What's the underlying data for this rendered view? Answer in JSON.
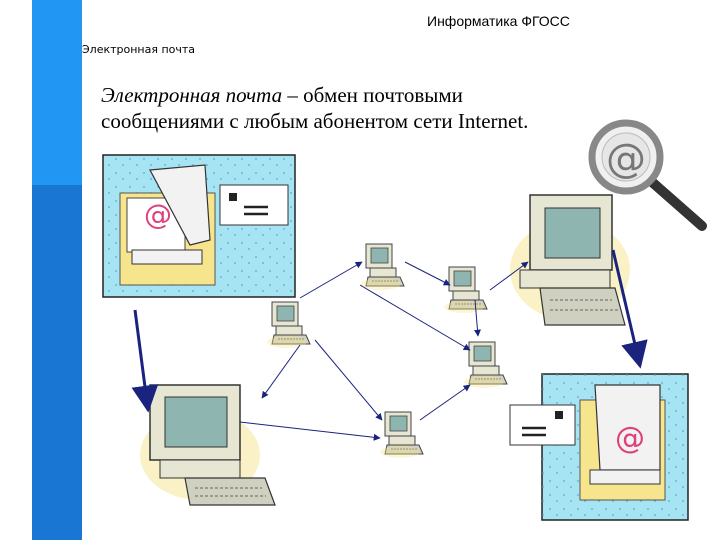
{
  "header": {
    "title": "Информатика ФГОСС"
  },
  "slide": {
    "section_label": "Электронная почта",
    "definition": {
      "term": "Электронная почта",
      "rest_line1": " – обмен почтовыми",
      "line2": "сообщениями с любым абонентом сети Internet."
    }
  },
  "icons": {
    "mail_at": "@",
    "search_at": "@",
    "note_dash": "="
  },
  "colors": {
    "sidebar_dark": "#1976d2",
    "sidebar_light": "#2196f3",
    "cyan_panel": "#a6e4f4",
    "arrow_blue": "#1a237e",
    "at_pink": "#e0407a"
  }
}
